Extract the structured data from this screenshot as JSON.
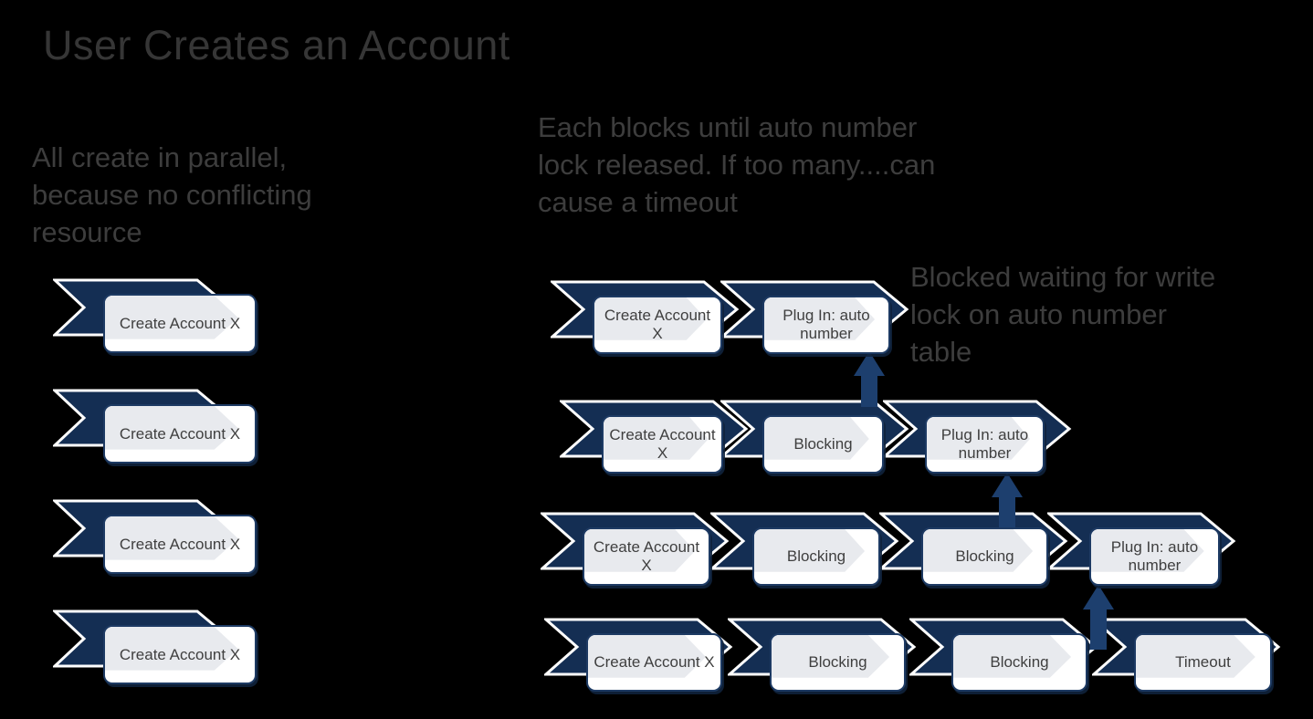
{
  "title": "User Creates an Account",
  "colors": {
    "background": "#000000",
    "chevron": "#142e53",
    "chevron_outline": "#ffffff",
    "box_fill": "#ffffff",
    "box_border": "#1d3a63",
    "box_inner_chevron": "#e8eaee",
    "up_arrow": "#1d3f6e",
    "title_text": "#363636",
    "note_text": "#3d3d3d",
    "box_text": "#3f3f3f"
  },
  "notes": {
    "left": {
      "lines": [
        "All create in parallel,",
        "because no conflicting",
        "resource"
      ]
    },
    "top_right": {
      "lines": [
        "Each blocks until auto number",
        "lock released. If too many....can",
        "cause a timeout"
      ]
    },
    "mid_right": {
      "lines": [
        "Blocked waiting for write",
        "lock on auto number",
        "table"
      ]
    }
  },
  "left_column": {
    "rows": [
      {
        "label": "Create Account X"
      },
      {
        "label": "Create Account X"
      },
      {
        "label": "Create Account X"
      },
      {
        "label": "Create Account X"
      }
    ]
  },
  "right_rows": [
    {
      "steps": [
        "Create Account X",
        "Plug In: auto number"
      ]
    },
    {
      "steps": [
        "Create Account X",
        "Blocking",
        "Plug In: auto number"
      ]
    },
    {
      "steps": [
        "Create Account X",
        "Blocking",
        "Blocking",
        "Plug In: auto number"
      ]
    },
    {
      "steps": [
        "Create Account X",
        "Blocking",
        "Blocking",
        "Timeout"
      ]
    }
  ],
  "up_arrows": [
    {
      "icon": "block-arrow-up"
    },
    {
      "icon": "block-arrow-up"
    },
    {
      "icon": "block-arrow-up"
    }
  ]
}
